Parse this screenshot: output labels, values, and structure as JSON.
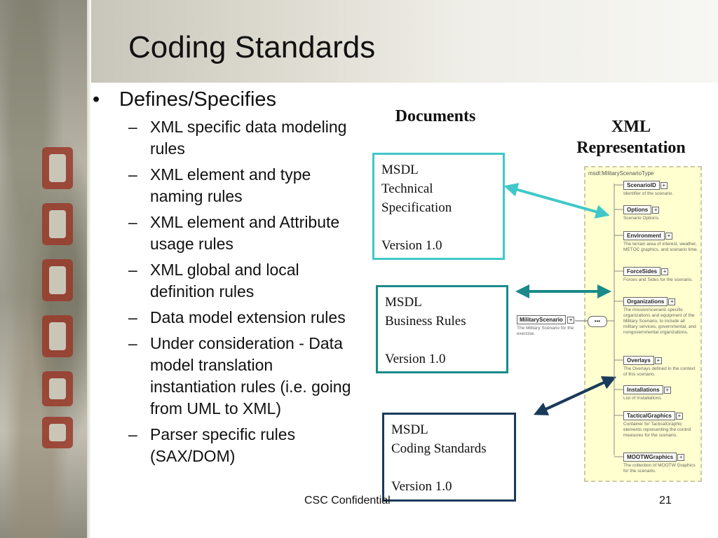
{
  "slide": {
    "title": "Coding Standards",
    "footer_text": "CSC Confidential",
    "page_number": "21"
  },
  "bullets": {
    "main": "Defines/Specifies",
    "items": [
      "XML specific data modeling rules",
      "XML element and type naming rules",
      "XML element and Attribute usage rules",
      "XML global and local definition rules",
      "Data model extension rules",
      "Under consideration - Data model translation instantiation rules (i.e. going from UML to XML)",
      "Parser specific rules (SAX/DOM)"
    ]
  },
  "diagram": {
    "documents_heading": "Documents",
    "xml_heading_line1": "XML",
    "xml_heading_line2": "Representation",
    "docs": [
      {
        "line1": "MSDL",
        "line2": "Technical",
        "line3": "Specification",
        "version": "Version 1.0",
        "border_color": "#40c8c8"
      },
      {
        "line1": "MSDL",
        "line2": "Business Rules",
        "line3": "",
        "version": "Version 1.0",
        "border_color": "#1a8a8a"
      },
      {
        "line1": "MSDL",
        "line2": "Coding Standards",
        "line3": "",
        "version": "Version 1.0",
        "border_color": "#1a3a5a"
      }
    ],
    "arrow_colors": [
      "#40c8c8",
      "#1a8a8a",
      "#1a3a5a"
    ],
    "xml_type_name": "msdl:MilitaryScenarioType",
    "root_element": {
      "name": "MilitaryScenario",
      "desc": "The Military Scenario for the exercise."
    },
    "sequence_symbol": "•••",
    "elements": [
      {
        "name": "ScenarioID",
        "desc": "Identifier of the scenario."
      },
      {
        "name": "Options",
        "desc": "Scenario Options."
      },
      {
        "name": "Environment",
        "desc": "The terrain area of interest, weather, METOC graphics, and scenario time."
      },
      {
        "name": "ForceSides",
        "desc": "Forces and Sides for the scenario."
      },
      {
        "name": "Organizations",
        "desc": "The mission/scenario specific organizations and equipment of the Military Scenario, to include all military services, governmental, and nongovernmental organizations."
      },
      {
        "name": "Overlays",
        "desc": "The Overlays defined in the context of this scenario."
      },
      {
        "name": "Installations",
        "desc": "List of Installations."
      },
      {
        "name": "TacticalGraphics",
        "desc": "Container for TacticalGraphic elements representing the control measures for the scenario."
      },
      {
        "name": "MOOTWGraphics",
        "desc": "The collection of MOOTW Graphics for the scenario."
      }
    ],
    "plus_symbol": "+"
  }
}
